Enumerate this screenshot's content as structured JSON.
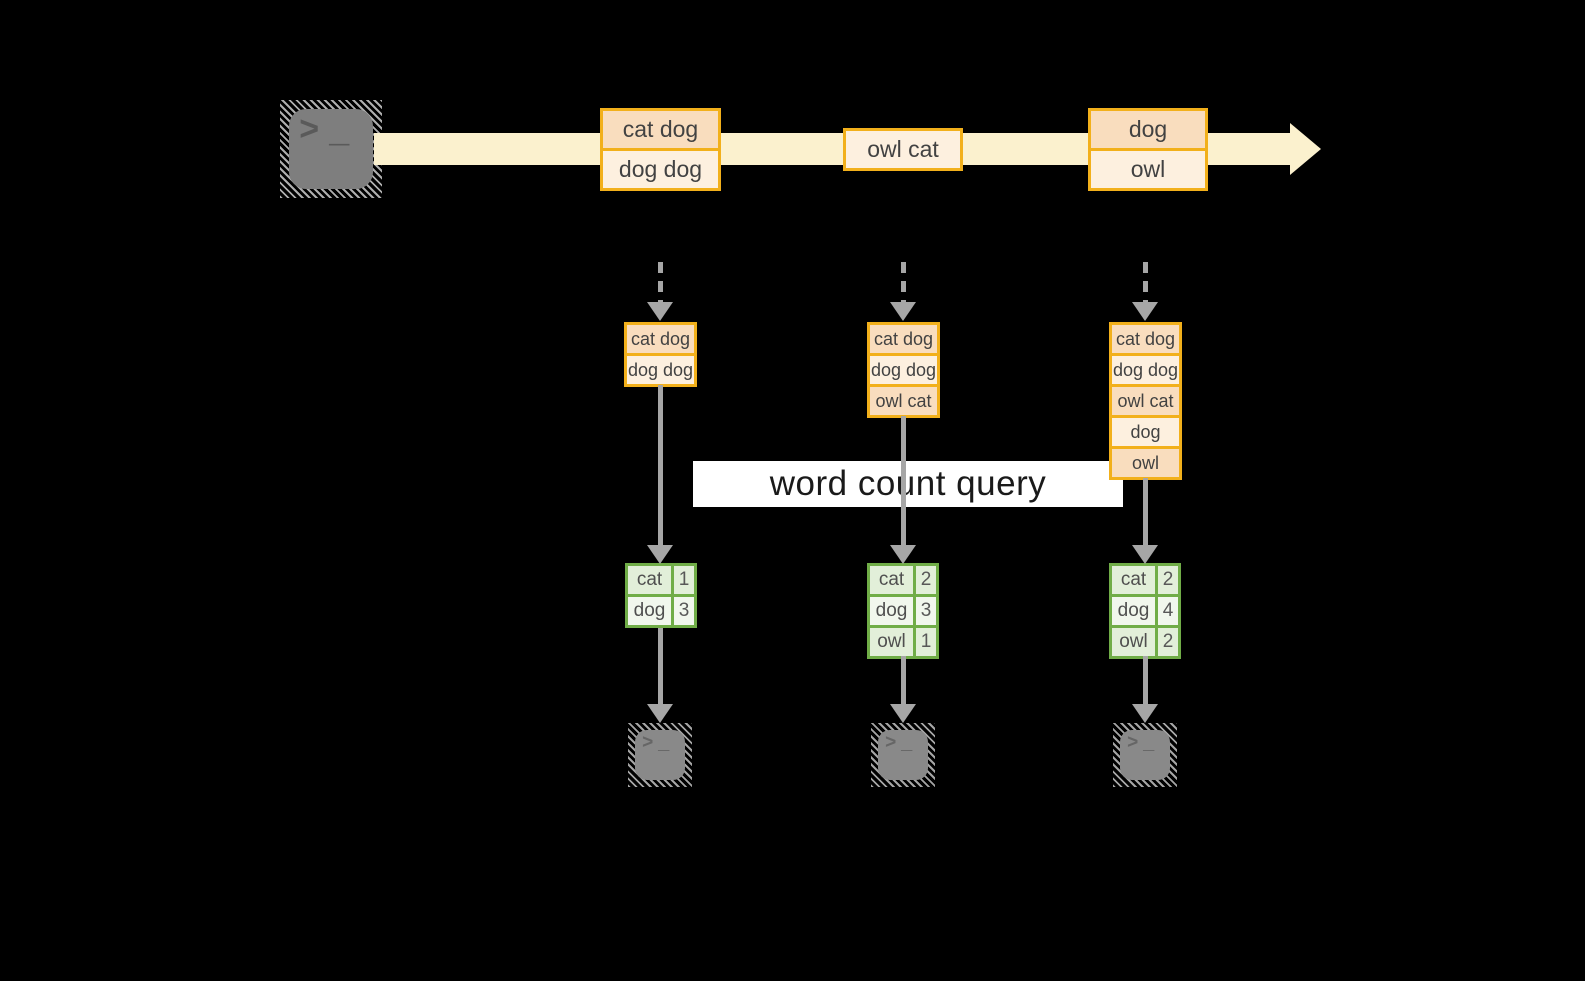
{
  "query": {
    "label": "word count query"
  },
  "stream": {
    "batches": [
      {
        "rows": [
          "cat dog",
          "dog dog"
        ]
      },
      {
        "rows": [
          "owl cat"
        ]
      },
      {
        "rows": [
          "dog",
          "owl"
        ]
      }
    ]
  },
  "columns": [
    {
      "state": [
        "cat dog",
        "dog dog"
      ],
      "counts": [
        {
          "word": "cat",
          "value": "1"
        },
        {
          "word": "dog",
          "value": "3"
        }
      ]
    },
    {
      "state": [
        "cat dog",
        "dog dog",
        "owl cat"
      ],
      "counts": [
        {
          "word": "cat",
          "value": "2"
        },
        {
          "word": "dog",
          "value": "3"
        },
        {
          "word": "owl",
          "value": "1"
        }
      ]
    },
    {
      "state": [
        "cat dog",
        "dog dog",
        "owl cat",
        "dog",
        "owl"
      ],
      "counts": [
        {
          "word": "cat",
          "value": "2"
        },
        {
          "word": "dog",
          "value": "4"
        },
        {
          "word": "owl",
          "value": "2"
        }
      ]
    }
  ],
  "terminal": {
    "prompt": ">",
    "cursor": "_"
  },
  "colors": {
    "background": "#000000",
    "orange_border": "#F2B01B",
    "record_fill_dark": "#F9DDBE",
    "record_fill_light": "#FDF0DF",
    "stream_fill": "#FBF1CE",
    "green_border": "#70AD47",
    "count_fill_tint": "#E2EFD9",
    "count_fill_pale": "#F1F7ED",
    "arrow_gray": "#A6A6A6",
    "query_band_fill": "#FFFFFF"
  }
}
